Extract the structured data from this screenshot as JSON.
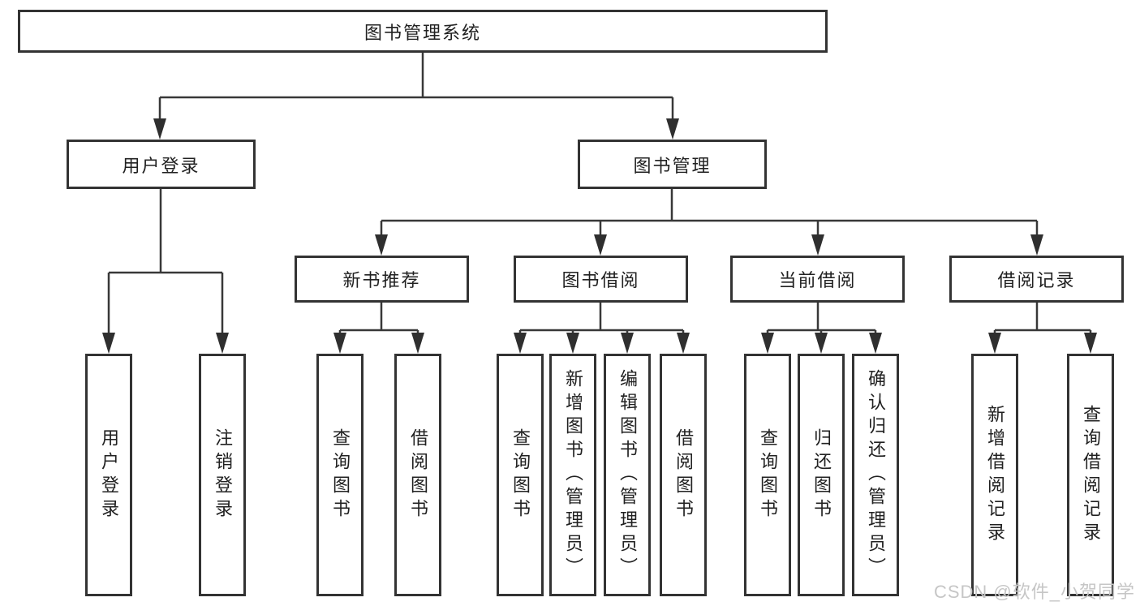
{
  "diagram": {
    "title": "图书管理系统",
    "branches": [
      {
        "label": "用户登录",
        "children": [
          "用户登录",
          "注销登录"
        ]
      },
      {
        "label": "图书管理",
        "children": [
          {
            "label": "新书推荐",
            "children": [
              "查询图书",
              "借阅图书"
            ]
          },
          {
            "label": "图书借阅",
            "children": [
              "查询图书",
              "新增图书（管理员）",
              "编辑图书（管理员）",
              "借阅图书"
            ]
          },
          {
            "label": "当前借阅",
            "children": [
              "查询图书",
              "归还图书",
              "确认归还（管理员）"
            ]
          },
          {
            "label": "借阅记录",
            "children": [
              "新增借阅记录",
              "查询借阅记录"
            ]
          }
        ]
      }
    ]
  },
  "watermark": {
    "text": "CSDN @软件_小贺同学"
  },
  "colors": {
    "line": "#383838",
    "arrow": "#2f2f2f",
    "box_border": "#333333",
    "box_background": "#ffffff",
    "text": "#212121",
    "watermark": "#c6c6c6"
  }
}
